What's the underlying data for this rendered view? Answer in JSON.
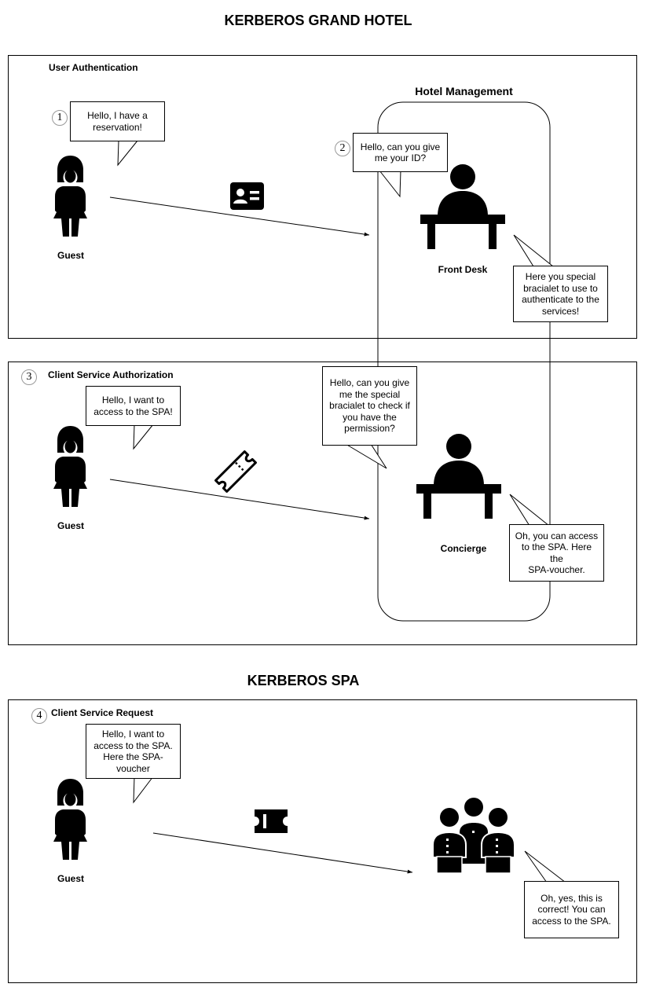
{
  "titles": {
    "hotel": "KERBEROS GRAND HOTEL",
    "spa": "KERBEROS SPA"
  },
  "hotel_management": {
    "label": "Hotel Management"
  },
  "sections": {
    "user_auth": {
      "label": "User Authentication",
      "step": "1",
      "guest_bubble": "Hello, I have a\nreservation!",
      "guest_label": "Guest",
      "front_desk_step": "2",
      "front_desk_bubble": "Hello, can you give\nme your ID?",
      "front_desk_label": "Front Desk",
      "front_desk_reply": "Here you special\nbracialet to use to\nauthenticate to the\nservices!",
      "token_icon": "id-card-icon"
    },
    "client_authz": {
      "label": "Client Service Authorization",
      "step": "3",
      "guest_bubble": "Hello, I want to\naccess to the SPA!",
      "guest_label": "Guest",
      "concierge_bubble": "Hello, can you give\nme the special\nbracialet to check if\nyou have the\npermission?",
      "concierge_label": "Concierge",
      "concierge_reply": "Oh, you can access\nto the SPA. Here the\nSPA-voucher.",
      "token_icon": "ticket-outline-icon"
    },
    "service_request": {
      "label": "Client Service Request",
      "step": "4",
      "guest_bubble": "Hello, I want to\naccess to the SPA.\nHere the SPA-\nvoucher",
      "guest_label": "Guest",
      "staff_reply": "Oh, yes, this is\ncorrect! You can\naccess to the SPA.",
      "token_icon": "ticket-icon"
    }
  }
}
